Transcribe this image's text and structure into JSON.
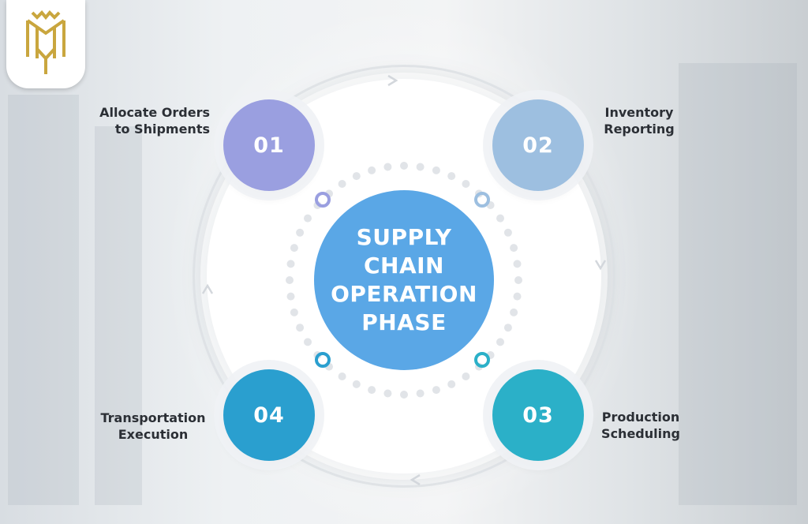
{
  "center_title": [
    "SUPPLY",
    "CHAIN",
    "OPERATION",
    "PHASE"
  ],
  "steps": [
    {
      "number": "01",
      "label_lines": [
        "Allocate Orders",
        "to Shipments"
      ],
      "color": "#9a9fe0"
    },
    {
      "number": "02",
      "label_lines": [
        "Inventory",
        "Reporting"
      ],
      "color": "#9dbfe0"
    },
    {
      "number": "03",
      "label_lines": [
        "Production",
        "Scheduling"
      ],
      "color": "#2bb0c8"
    },
    {
      "number": "04",
      "label_lines": [
        "Transportation",
        "Execution"
      ],
      "color": "#2a9fcf"
    }
  ],
  "colors": {
    "center": "#5aa7e6",
    "logo_gold": "#c9a63e",
    "dot_ring": "#e1e4e8"
  },
  "icons": [
    "logo-icon",
    "arrow-icon"
  ]
}
